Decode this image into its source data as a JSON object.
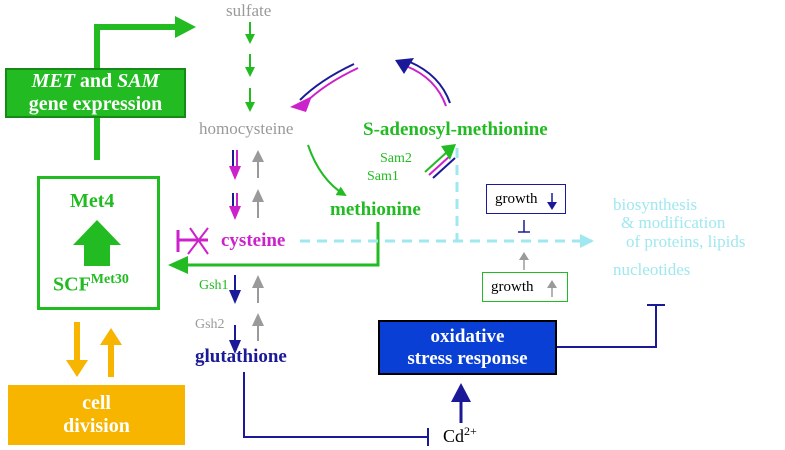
{
  "colors": {
    "green": "#22bb22",
    "gray": "#9a9a9a",
    "magenta": "#cc22cc",
    "navy": "#1a1a99",
    "blue_box": "#0a3fd6",
    "cyan": "#9fe8f0",
    "orange": "#f7b500",
    "black": "#000000"
  },
  "nodes": {
    "sulfate": "sulfate",
    "homocysteine": "homocysteine",
    "sam": "S-adenosyl-methionine",
    "methionine": "methionine",
    "cysteine": "cysteine",
    "glutathione": "glutathione",
    "cd_base": "Cd",
    "cd_sup": "2+",
    "biosynthesis": [
      "biosynthesis",
      "& modification",
      "of proteins, lipids",
      "nucleotides"
    ]
  },
  "enzymes": {
    "sam2": "Sam2",
    "sam1": "Sam1",
    "gsh1": "Gsh1",
    "gsh2": "Gsh2"
  },
  "boxes": {
    "gene_expression_line1_a": "MET",
    "gene_expression_line1_b": " and ",
    "gene_expression_line1_c": "SAM",
    "gene_expression_line2": "gene expression",
    "met4": "Met4",
    "scf_base": "SCF",
    "scf_sup": "Met30",
    "cell_division": [
      "cell",
      "division"
    ],
    "growth_down": "growth",
    "growth_up": "growth",
    "oxidative": [
      "oxidative",
      "stress response"
    ]
  }
}
